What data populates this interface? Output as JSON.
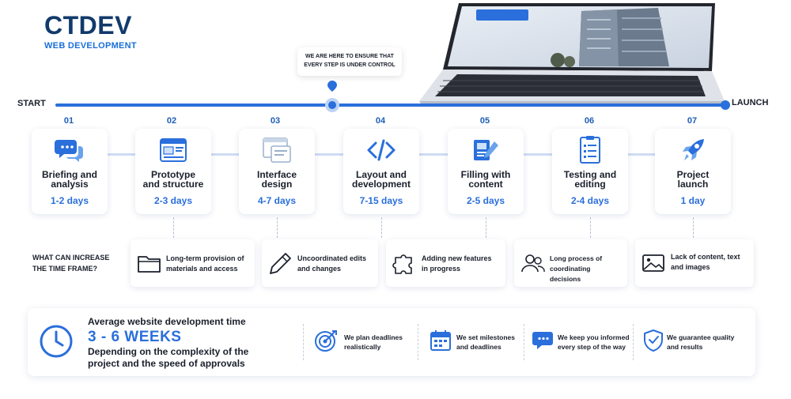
{
  "brand": {
    "name": "CTDEV",
    "tagline": "WEB DEVELOPMENT"
  },
  "tooltip": {
    "line1": "WE ARE HERE TO ENSURE THAT",
    "line2": "EVERY STEP IS UNDER CONTROL"
  },
  "timeline": {
    "start": "START",
    "end": "LAUNCH"
  },
  "steps": [
    {
      "num": "01",
      "line1": "Briefing and",
      "line2": "analysis",
      "duration": "1-2 days",
      "icon": "chat-bubbles-icon"
    },
    {
      "num": "02",
      "line1": "Prototype",
      "line2": "and structure",
      "duration": "2-3 days",
      "icon": "wireframe-icon"
    },
    {
      "num": "03",
      "line1": "Interface",
      "line2": "design",
      "duration": "4-7 days",
      "icon": "interface-window-icon"
    },
    {
      "num": "04",
      "line1": "Layout and",
      "line2": "development",
      "duration": "7-15 days",
      "icon": "code-brackets-icon"
    },
    {
      "num": "05",
      "line1": "Filling with",
      "line2": "content",
      "duration": "2-5 days",
      "icon": "content-media-icon"
    },
    {
      "num": "06",
      "line1": "Testing and",
      "line2": "editing",
      "duration": "2-4 days",
      "icon": "checklist-icon"
    },
    {
      "num": "07",
      "line1": "Project",
      "line2": "launch",
      "duration": "1 day",
      "icon": "rocket-icon"
    }
  ],
  "increase": {
    "line1": "WHAT CAN INCREASE",
    "line2": "THE TIME FRAME?"
  },
  "factors": [
    {
      "line1": "Long-term provision of",
      "line2": "materials and access",
      "icon": "folder-icon"
    },
    {
      "line1": "Uncoordinated edits",
      "line2": "and changes",
      "icon": "pencil-icon"
    },
    {
      "line1": "Adding new features",
      "line2": "in progress",
      "icon": "puzzle-icon"
    },
    {
      "line1": "Long process of",
      "line2": "coordinating decisions",
      "icon": "people-icon"
    },
    {
      "line1": "Lack of content, text",
      "line2": "and images",
      "icon": "image-icon"
    }
  ],
  "summary": {
    "title": "Average website development time",
    "weeks": "3 - 6 WEEKS",
    "desc1": "Depending on the complexity of the",
    "desc2": "project and the speed of approvals",
    "icon": "clock-icon"
  },
  "guarantees": [
    {
      "line1": "We plan deadlines",
      "line2": "realistically",
      "icon": "target-icon"
    },
    {
      "line1": "We set milestones",
      "line2": "and deadlines",
      "icon": "calendar-icon"
    },
    {
      "line1": "We keep you informed",
      "line2": "every step of the way",
      "icon": "chat-icon"
    },
    {
      "line1": "We guarantee quality",
      "line2": "and results",
      "icon": "shield-check-icon"
    }
  ],
  "colors": {
    "primary": "#2a6fdb",
    "dark": "#123a6b",
    "text": "#1a1f2b"
  }
}
